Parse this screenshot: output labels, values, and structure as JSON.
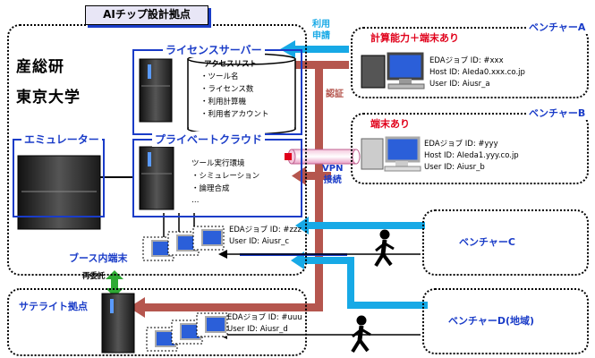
{
  "title": "AIチップ設計拠点",
  "site": {
    "line1": "産総研",
    "line2": "東京大学"
  },
  "license_server": {
    "label": "ライセンスサーバー",
    "access_list_title": "アクセスリスト",
    "items": [
      "・ツール名",
      "・ライセンス数",
      "・利用計算機",
      "・利用者アカウント"
    ]
  },
  "emulator": {
    "label": "エミュレーター"
  },
  "private_cloud": {
    "label": "プライベートクラウド",
    "lines": [
      "ツール実行環境",
      "・シミュレーション",
      "・論理合成",
      "…"
    ]
  },
  "booth": {
    "label": "ブース内端末",
    "job": "EDAジョブ ID: #zzz",
    "user": "User ID: Aiusr_c"
  },
  "satellite": {
    "label": "サテライト拠点",
    "job": "EDAジョブ ID: #uuu",
    "user": "User ID: Aiusr_d",
    "recommission": "再委託"
  },
  "arrows": {
    "apply": [
      "利用",
      "申請"
    ],
    "auth": "認証",
    "vpn": [
      "VPN",
      "接続"
    ]
  },
  "venture_a": {
    "name": "ベンチャーA",
    "tag": "計算能力＋端末あり",
    "job": "EDAジョブ ID: #xxx",
    "host": "Host ID: AIeda0.xxx.co.jp",
    "user": "User ID: Aiusr_a"
  },
  "venture_b": {
    "name": "ベンチャーB",
    "tag": "端末あり",
    "job": "EDAジョブ ID: #yyy",
    "host": "Host ID: AIeda1.yyy.co.jp",
    "user": "User ID: Aiusr_b"
  },
  "venture_c": {
    "name": "ベンチャーC"
  },
  "venture_d": {
    "name": "ベンチャーD(地域)"
  },
  "colors": {
    "blue": "#1a3cc8",
    "red": "#e0001a",
    "brick": "#b5564e",
    "cyan": "#17a9e6"
  }
}
